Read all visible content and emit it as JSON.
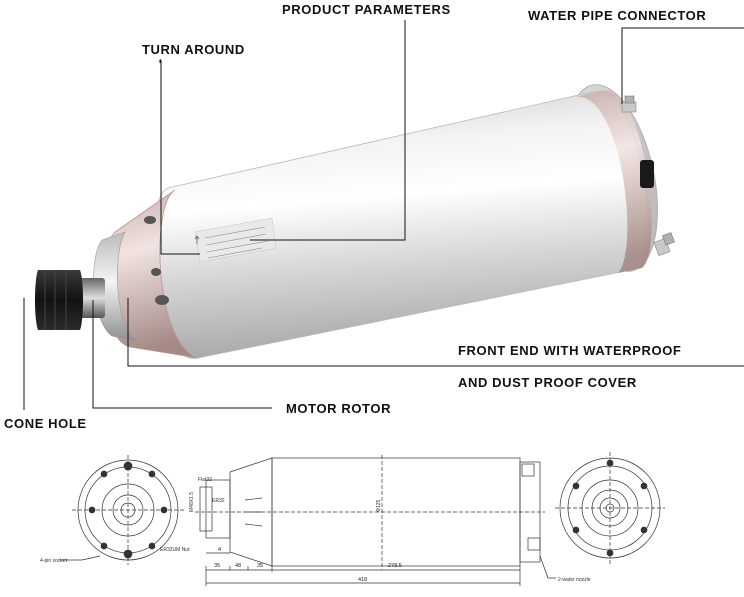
{
  "callouts": {
    "product_parameters": "PRODUCT PARAMETERS",
    "water_pipe_connector": "WATER PIPE CONNECTOR",
    "turn_around": "TURN AROUND",
    "front_end_line1": "FRONT END WITH WATERPROOF",
    "front_end_line2": "AND DUST PROOF COVER",
    "motor_rotor": "MOTOR ROTOR",
    "cone_hole": "CONE HOLE"
  },
  "drawing": {
    "flat": "Flat32",
    "thread": "M48X1.5",
    "collet": "ER32",
    "nut": "ER32UM Nut",
    "socket": "4-pin socket",
    "diameter": "Φ125",
    "dim_35a": "35",
    "dim_48": "48",
    "dim_35b": "35",
    "dim_278": "278.5",
    "dim_418": "418",
    "dim_4": "4",
    "nozzle": "2-water nozzle"
  }
}
